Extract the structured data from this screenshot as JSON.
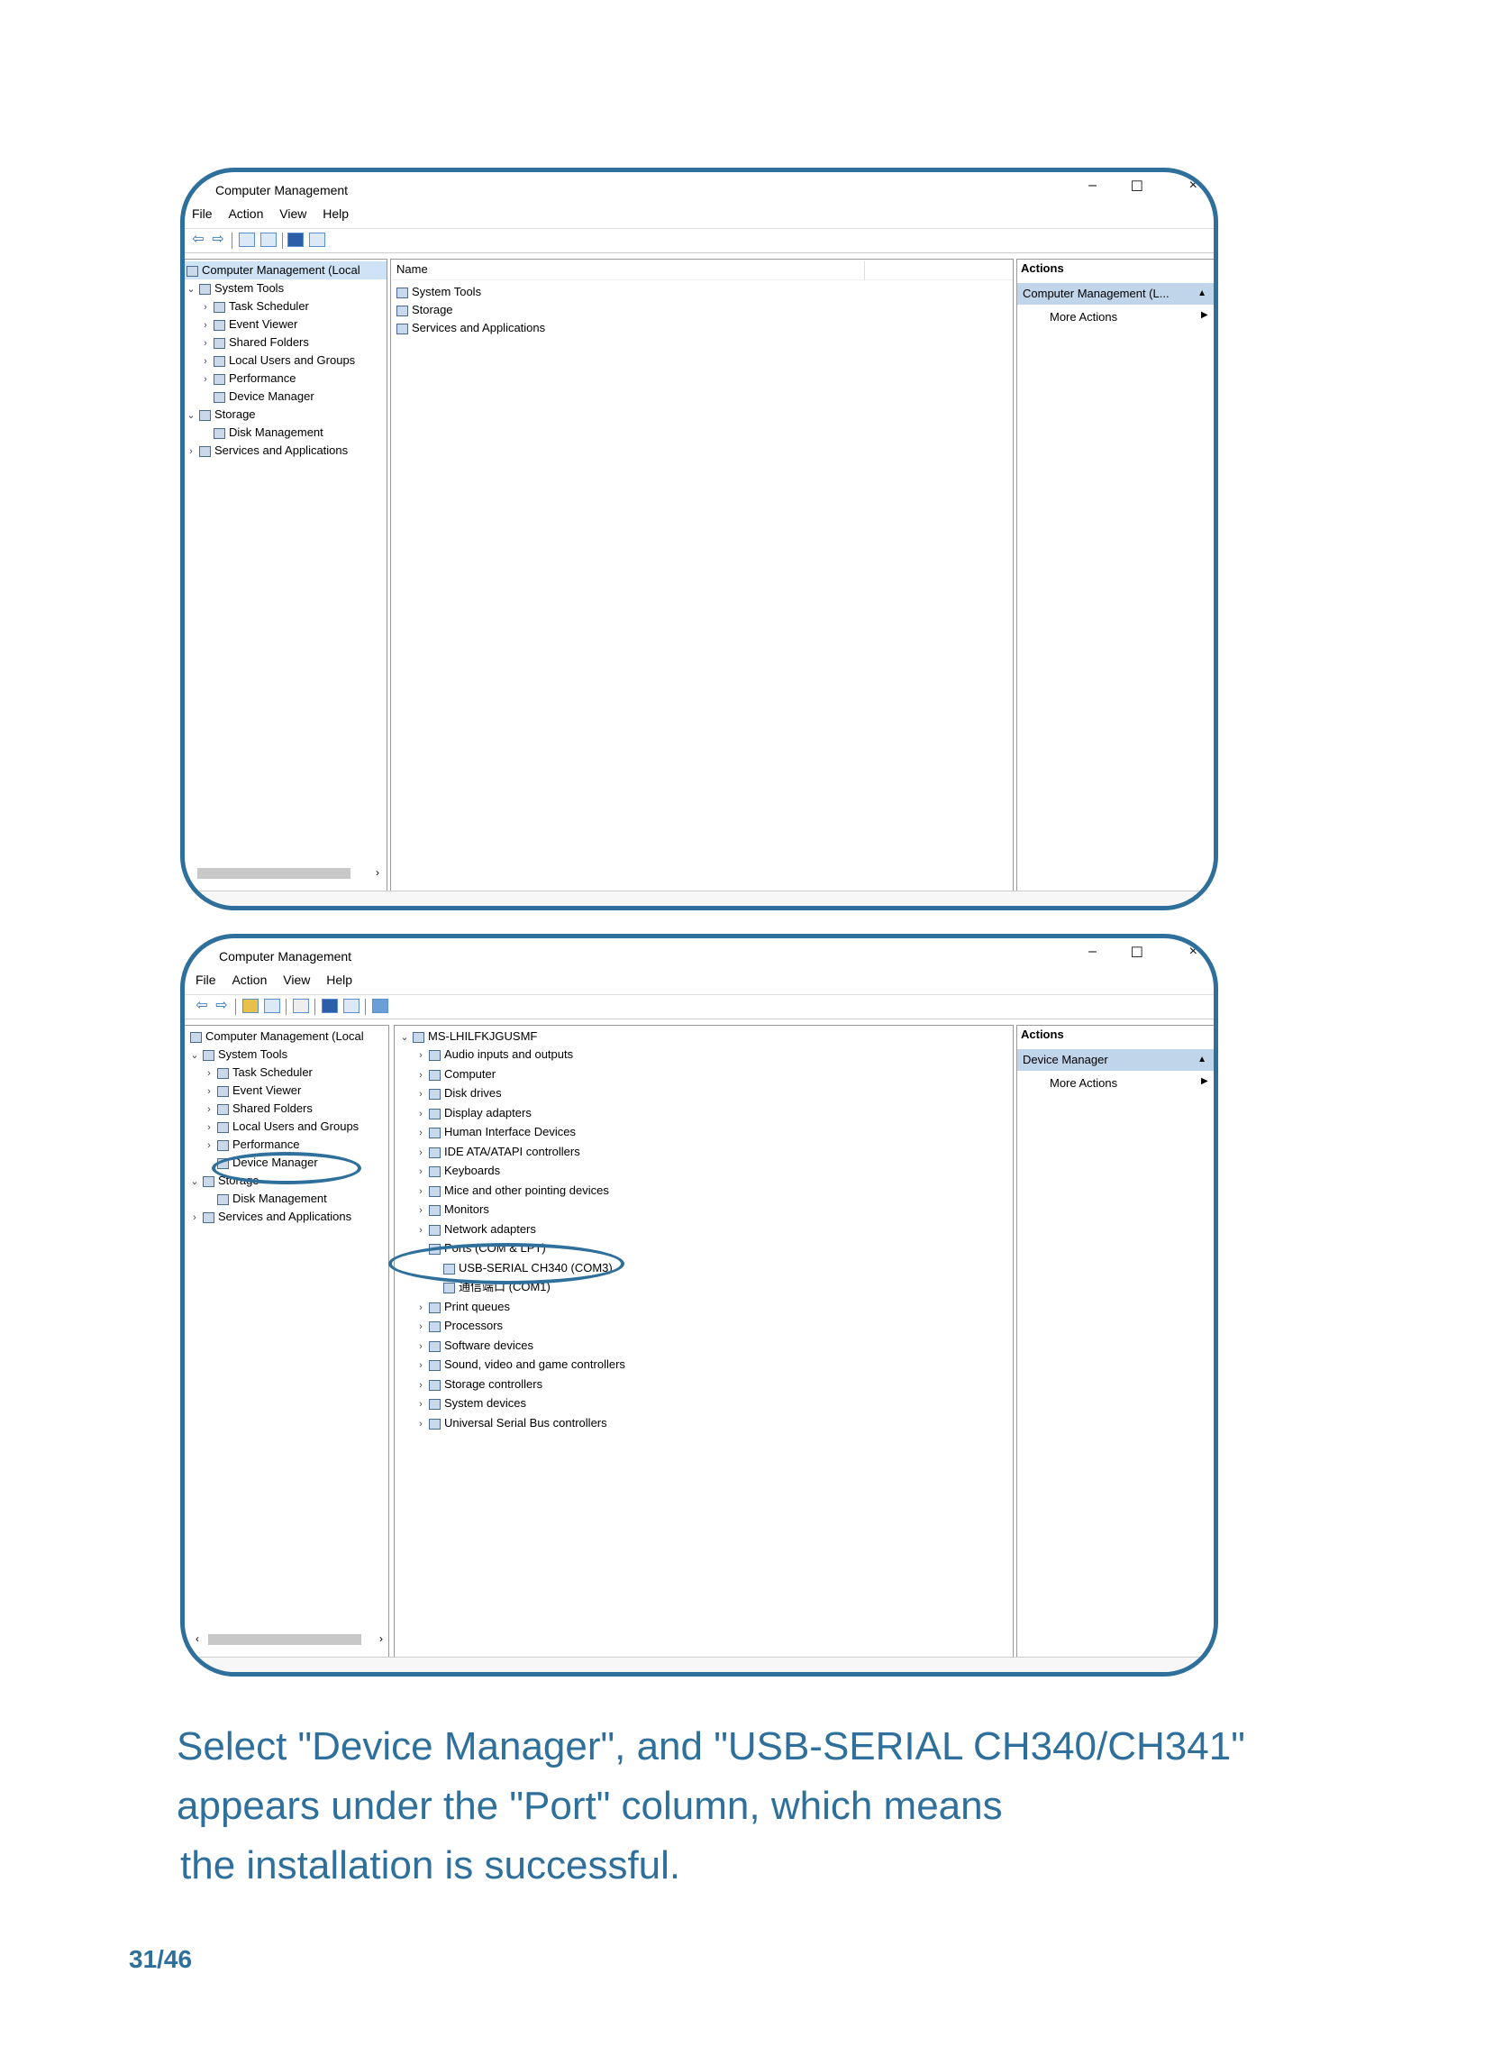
{
  "shot1": {
    "window_title": "Computer Management",
    "menu": [
      "File",
      "Action",
      "View",
      "Help"
    ],
    "tree": [
      {
        "label": "Computer Management (Local",
        "chev": "",
        "level": 0
      },
      {
        "label": "System Tools",
        "chev": "v",
        "level": 0
      },
      {
        "label": "Task Scheduler",
        "chev": ">",
        "level": 1
      },
      {
        "label": "Event Viewer",
        "chev": ">",
        "level": 1
      },
      {
        "label": "Shared Folders",
        "chev": ">",
        "level": 1
      },
      {
        "label": "Local Users and Groups",
        "chev": ">",
        "level": 1
      },
      {
        "label": "Performance",
        "chev": ">",
        "level": 1
      },
      {
        "label": "Device Manager",
        "chev": "",
        "level": 1
      },
      {
        "label": "Storage",
        "chev": "v",
        "level": 0
      },
      {
        "label": "Disk Management",
        "chev": "",
        "level": 1
      },
      {
        "label": "Services and Applications",
        "chev": ">",
        "level": 0
      }
    ],
    "center_header": "Name",
    "center_items": [
      "System Tools",
      "Storage",
      "Services and Applications"
    ],
    "actions_title": "Actions",
    "actions_bar": "Computer Management (L...",
    "more_actions": "More Actions"
  },
  "shot2": {
    "window_title": "Computer Management",
    "menu": [
      "File",
      "Action",
      "View",
      "Help"
    ],
    "tree": [
      {
        "label": "Computer Management (Local",
        "chev": "",
        "level": 0
      },
      {
        "label": "System Tools",
        "chev": "v",
        "level": 0
      },
      {
        "label": "Task Scheduler",
        "chev": ">",
        "level": 1
      },
      {
        "label": "Event Viewer",
        "chev": ">",
        "level": 1
      },
      {
        "label": "Shared Folders",
        "chev": ">",
        "level": 1
      },
      {
        "label": "Local Users and Groups",
        "chev": ">",
        "level": 1
      },
      {
        "label": "Performance",
        "chev": ">",
        "level": 1
      },
      {
        "label": "Device Manager",
        "chev": "",
        "level": 1
      },
      {
        "label": "Storage",
        "chev": "v",
        "level": 0
      },
      {
        "label": "Disk Management",
        "chev": "",
        "level": 1
      },
      {
        "label": "Services and Applications",
        "chev": ">",
        "level": 0
      }
    ],
    "device_root": "MS-LHILFKJGUSMF",
    "devices": [
      {
        "label": "Audio inputs and outputs",
        "chev": ">",
        "level": 1
      },
      {
        "label": "Computer",
        "chev": ">",
        "level": 1
      },
      {
        "label": "Disk drives",
        "chev": ">",
        "level": 1
      },
      {
        "label": "Display adapters",
        "chev": ">",
        "level": 1
      },
      {
        "label": "Human Interface Devices",
        "chev": ">",
        "level": 1
      },
      {
        "label": "IDE ATA/ATAPI controllers",
        "chev": ">",
        "level": 1
      },
      {
        "label": "Keyboards",
        "chev": ">",
        "level": 1
      },
      {
        "label": "Mice and other pointing devices",
        "chev": ">",
        "level": 1
      },
      {
        "label": "Monitors",
        "chev": ">",
        "level": 1
      },
      {
        "label": "Network adapters",
        "chev": ">",
        "level": 1
      },
      {
        "label": "Ports (COM & LPT)",
        "chev": "v",
        "level": 1
      },
      {
        "label": "USB-SERIAL CH340 (COM3)",
        "chev": "",
        "level": 2
      },
      {
        "label": "通信端口 (COM1)",
        "chev": "",
        "level": 2
      },
      {
        "label": "Print queues",
        "chev": ">",
        "level": 1
      },
      {
        "label": "Processors",
        "chev": ">",
        "level": 1
      },
      {
        "label": "Software devices",
        "chev": ">",
        "level": 1
      },
      {
        "label": "Sound, video and game controllers",
        "chev": ">",
        "level": 1
      },
      {
        "label": "Storage controllers",
        "chev": ">",
        "level": 1
      },
      {
        "label": "System devices",
        "chev": ">",
        "level": 1
      },
      {
        "label": "Universal Serial Bus controllers",
        "chev": ">",
        "level": 1
      }
    ],
    "actions_title": "Actions",
    "actions_bar": "Device Manager",
    "more_actions": "More Actions"
  },
  "caption": [
    "Select \"Device Manager\", and \"USB-SERIAL CH340/CH341\"",
    "appears under the \"Port\" column, which means",
    "the installation is successful."
  ],
  "page_number": "31/46",
  "colors": {
    "accent": "#2e6f9b",
    "selection": "#cfe3f7",
    "actions_bar": "#c0d4ea"
  }
}
